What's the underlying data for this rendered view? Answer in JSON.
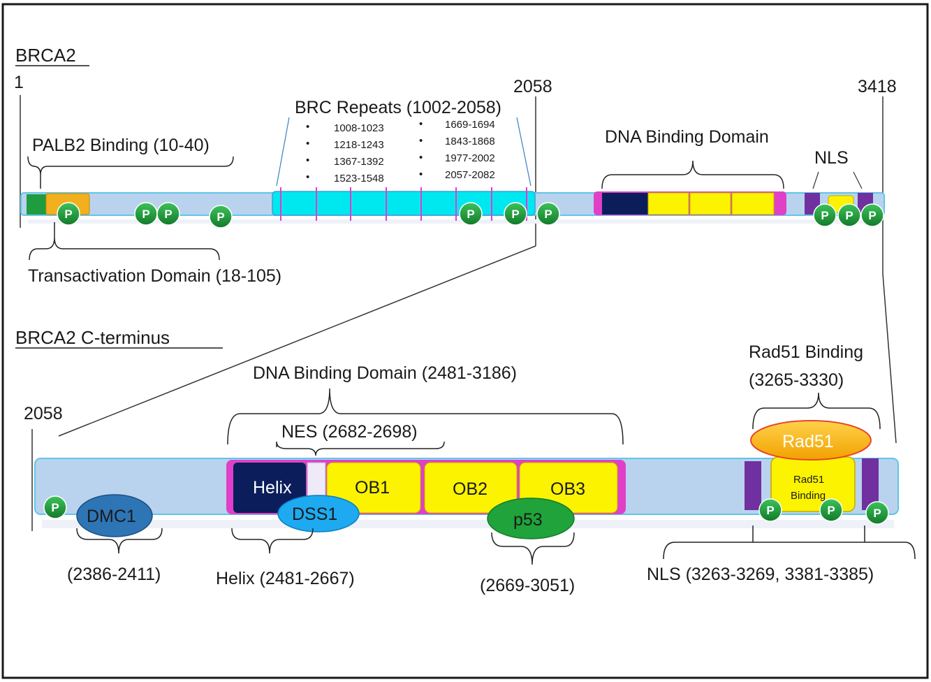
{
  "colors": {
    "frame": "#1a1a1a",
    "track": "#b9d3ee",
    "track_edge": "#5fc6e8",
    "palb2": "#1f9c3f",
    "transactivation": "#f2b01e",
    "brc": "#00e8ef",
    "brc_divider": "#e23bd0",
    "helix": "#0b1e5b",
    "ob": "#fbf300",
    "dbd_edge": "#e040c8",
    "nls": "#7030a0",
    "phospho": "#1fa33a",
    "dmc1": "#2e75b6",
    "dss1": "#1eaaf0",
    "p53": "#1fa33a",
    "rad51": "#f7b500",
    "rad51_edge": "#e8452a",
    "nes": "#eeeaf8"
  },
  "top": {
    "title": "BRCA2",
    "pos_start": "1",
    "pos_mid": "2058",
    "pos_end": "3418",
    "palb2_label": "PALB2 Binding (10-40)",
    "transactivation_label": "Transactivation Domain (18-105)",
    "brc_label": "BRC Repeats (1002-2058)",
    "brc_ranges_left": [
      "1008-1023",
      "1218-1243",
      "1367-1392",
      "1523-1548"
    ],
    "brc_ranges_right": [
      "1669-1694",
      "1843-1868",
      "1977-2002",
      "2057-2082"
    ],
    "bullet": "•",
    "dbd_label": "DNA Binding Domain",
    "nls_label": "NLS",
    "phospho_symbol": "P"
  },
  "bottom": {
    "title": "BRCA2 C-terminus",
    "pos_start": "2058",
    "dbd_label": "DNA Binding Domain (2481-3186)",
    "nes_label": "NES (2682-2698)",
    "helix_label": "Helix",
    "ob1_label": "OB1",
    "ob2_label": "OB2",
    "ob3_label": "OB3",
    "dss1_label": "DSS1",
    "p53_label": "p53",
    "dmc1_label": "DMC1",
    "dmc1_range": "(2386-2411)",
    "helix_range": "Helix (2481-2667)",
    "p53_range": "(2669-3051)",
    "rad51_binding_label": "Rad51 Binding",
    "rad51_binding_range": "(3265-3330)",
    "rad51_label": "Rad51",
    "rad51_binding_line1": "Rad51",
    "rad51_binding_line2": "Binding",
    "nls_range": "NLS (3263-3269, 3381-3385)",
    "phospho_symbol": "P"
  }
}
